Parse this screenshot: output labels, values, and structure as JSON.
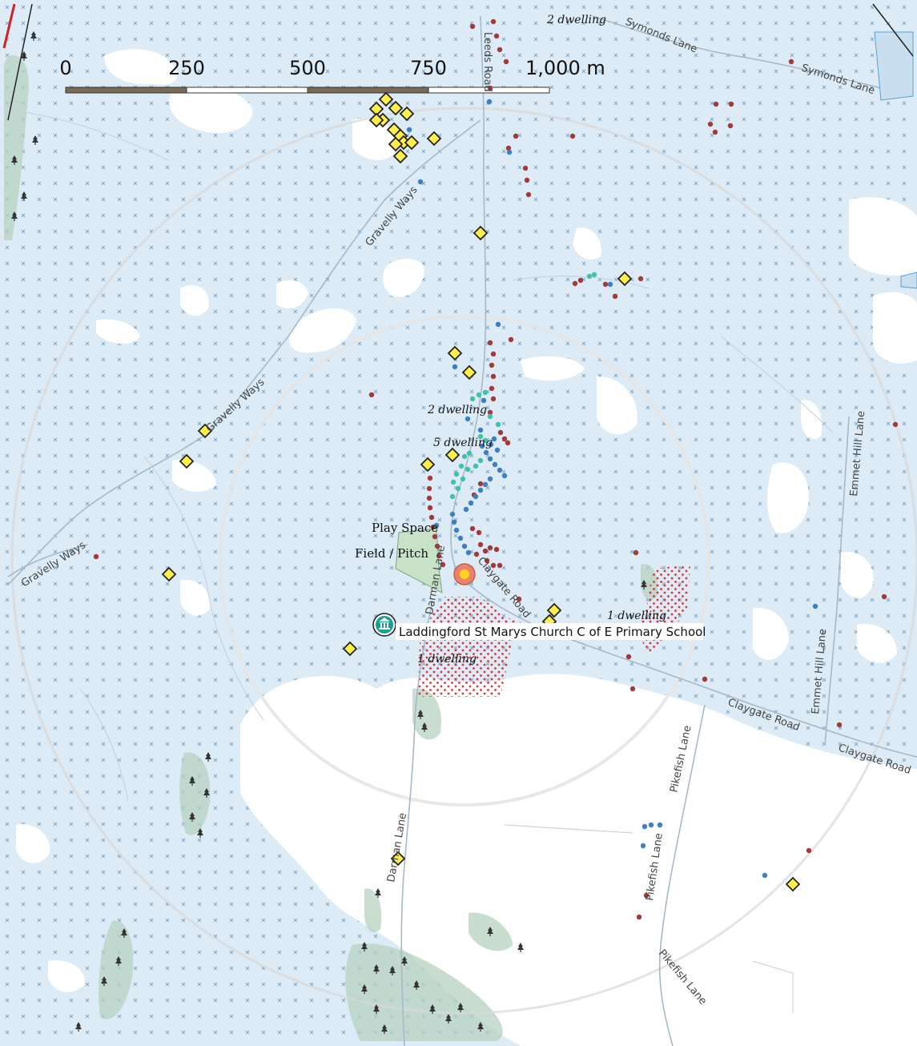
{
  "scale_bar": {
    "ticks": [
      "0",
      "250",
      "500",
      "750",
      "1,000 m"
    ]
  },
  "roads": {
    "leeds_road": "Leeds Road",
    "symonds_lane_1": "Symonds Lane",
    "symonds_lane_2": "Symonds Lane",
    "gravelly_ways_1": "Gravelly Ways",
    "gravelly_ways_2": "Gravelly Ways",
    "gravelly_ways_3": "Gravelly Ways",
    "darman_lane_1": "Darman Lane",
    "darman_lane_2": "Darman Lane",
    "claygate_road_1": "Claygate Road",
    "claygate_road_2": "Claygate Road",
    "claygate_road_3": "Claygate Road",
    "emmet_hill_lane_1": "Emmet Hill Lane",
    "emmet_hill_lane_2": "Emmet Hill Lane",
    "pikefish_lane_1": "Pikefish Lane",
    "pikefish_lane_2": "Pikefish Lane",
    "pikefish_lane_3": "Pikefish Lane"
  },
  "annotations": {
    "dwelling_top": "2 dwelling",
    "dwelling_2": "2 dwelling",
    "dwelling_5": "5 dwelling",
    "dwelling_1_east": "1 dwelling",
    "dwelling_1_south": "1 dwelling"
  },
  "places": {
    "play_space": "Play Space",
    "field_pitch": "Field / Pitch",
    "school": "Laddingford St Marys Church C of E Primary School"
  },
  "colors": {
    "flood_fill": "#dcebf6",
    "hatch": "#7fa6c8",
    "red_dot": "#a33a3a",
    "blue_dot": "#3d7fc4",
    "teal_dot": "#41c2a8",
    "diamond_fill": "#ffef4a",
    "red_stipple": "#e03030",
    "woodland": "#b7d2c0",
    "school_icon": "#1a9e8e"
  },
  "icons": [
    "school-icon",
    "target-marker-icon",
    "diamond-marker-icon",
    "tree-icon"
  ]
}
